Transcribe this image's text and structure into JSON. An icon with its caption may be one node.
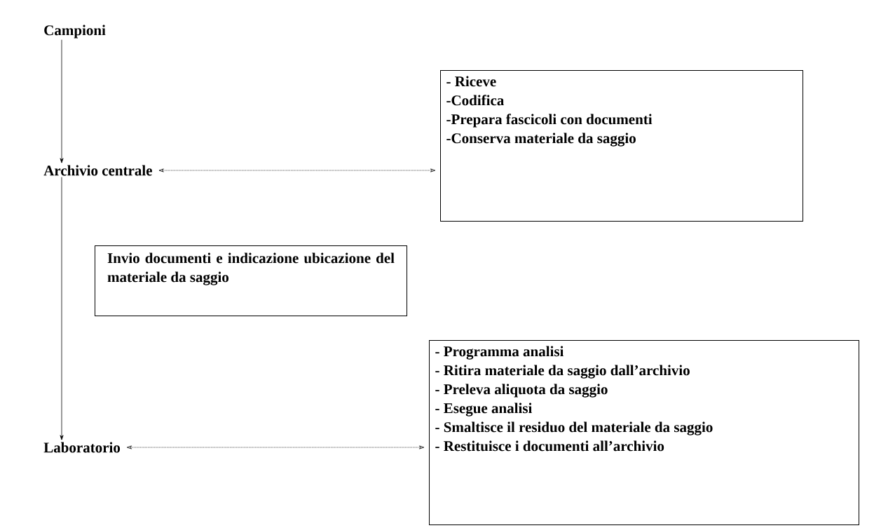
{
  "diagram": {
    "nodes": [
      {
        "text": [
          "Campioni"
        ]
      },
      {
        "text": [
          "Archivio centrale"
        ]
      },
      {
        "text": [
          "- Riceve",
          "-Codifica",
          "-Prepara fascicoli con documenti",
          "-Conserva materiale da saggio"
        ]
      },
      {
        "text": [
          "Invio documenti e indicazione ubicazione del materiale da saggio"
        ]
      },
      {
        "text": [
          "Laboratorio"
        ]
      },
      {
        "text": [
          "- Programma analisi",
          "- Ritira materiale da saggio dall’archivio",
          "- Preleva aliquota da saggio",
          "- Esegue analisi",
          "- Smaltisce il residuo del materiale da saggio",
          "- Restituisce i documenti all’archivio"
        ]
      }
    ],
    "edges": [
      {
        "from": 0,
        "to": 1,
        "arrow": "to"
      },
      {
        "from": 1,
        "to": 4,
        "arrow": "to"
      },
      {
        "from": 1,
        "to": 2,
        "arrow": "both",
        "style": "dashed"
      },
      {
        "from": 4,
        "to": 5,
        "arrow": "both",
        "style": "dashed"
      }
    ]
  }
}
